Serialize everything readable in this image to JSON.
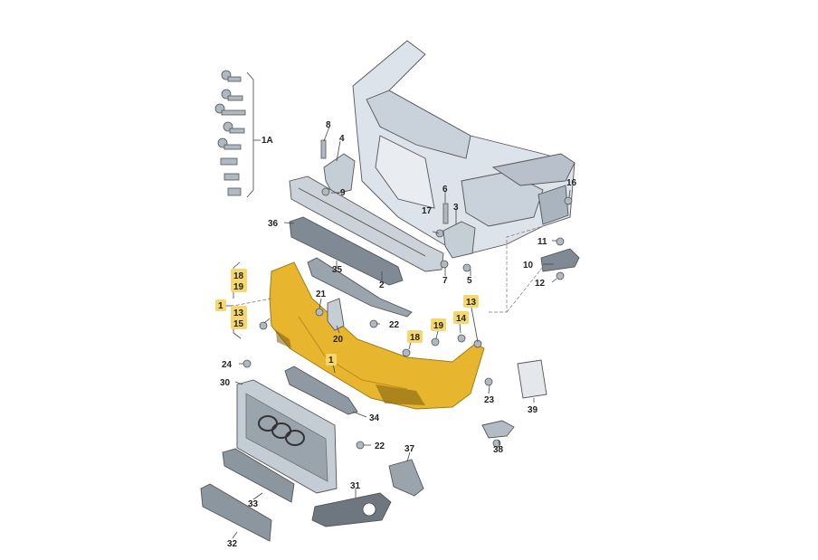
{
  "colors": {
    "highlight": "#f5d76e",
    "bumper_fill": "#e8b52f",
    "part_fill": "#d9e0e7",
    "dark_part": "#9aa4ad"
  },
  "labels": {
    "l1A": "1A",
    "l8": "8",
    "l4": "4",
    "l9": "9",
    "l6": "6",
    "l3": "3",
    "l17": "17",
    "l7": "7",
    "l5": "5",
    "l16": "16",
    "l11": "11",
    "l10": "10",
    "l12": "12",
    "l36": "36",
    "l2": "2",
    "l35": "35",
    "l18a": "18",
    "l19a": "19",
    "l1a": "1",
    "l13a": "13",
    "l15": "15",
    "l21": "21",
    "l20": "20",
    "l22a": "22",
    "l13b": "13",
    "l14": "14",
    "l19b": "19",
    "l18b": "18",
    "l1b": "1",
    "l24": "24",
    "l30": "30",
    "l23": "23",
    "l39": "39",
    "l34": "34",
    "l38": "38",
    "l22b": "22",
    "l37": "37",
    "l31": "31",
    "l33": "33",
    "l32": "32"
  }
}
